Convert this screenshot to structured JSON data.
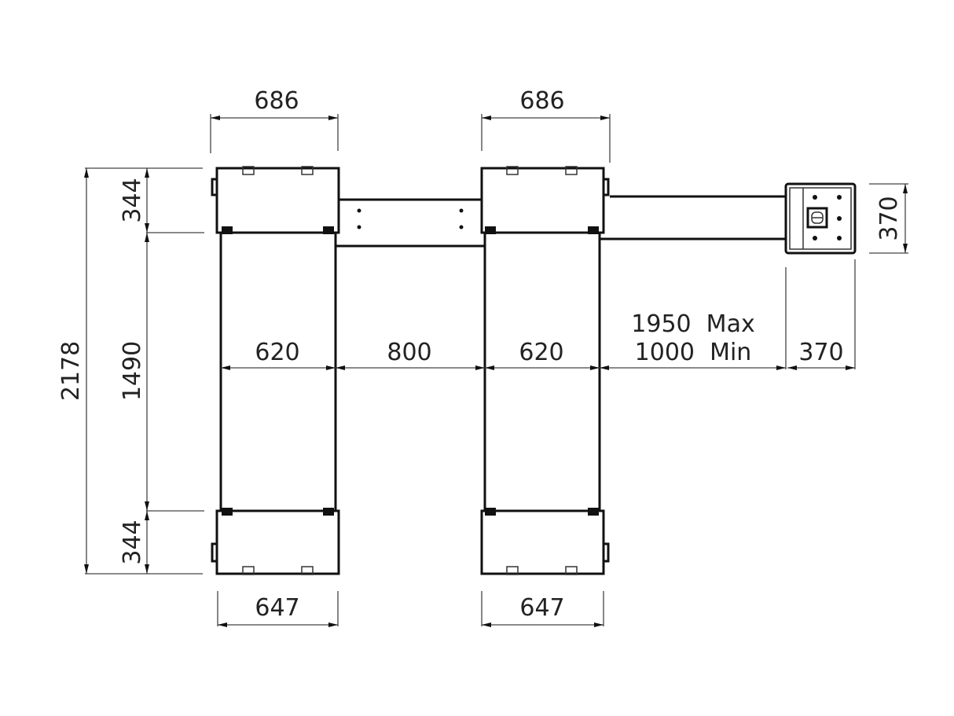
{
  "diagram": {
    "type": "technical-drawing",
    "subject": "two-post platform lift plan view with control console",
    "units": "mm",
    "dimensions": {
      "top_left_width": "686",
      "top_right_width": "686",
      "bottom_left_width": "647",
      "bottom_right_width": "647",
      "overall_length": "2178",
      "end_block_top": "344",
      "center_length": "1490",
      "end_block_bottom": "344",
      "left_runway_width": "620",
      "gap_between_runways": "800",
      "right_runway_width": "620",
      "console_distance_max": "1950  Max",
      "console_distance_min": "1000  Min",
      "console_width": "370",
      "console_depth": "370"
    },
    "colors": {
      "line": "#111111",
      "background": "#ffffff"
    }
  }
}
